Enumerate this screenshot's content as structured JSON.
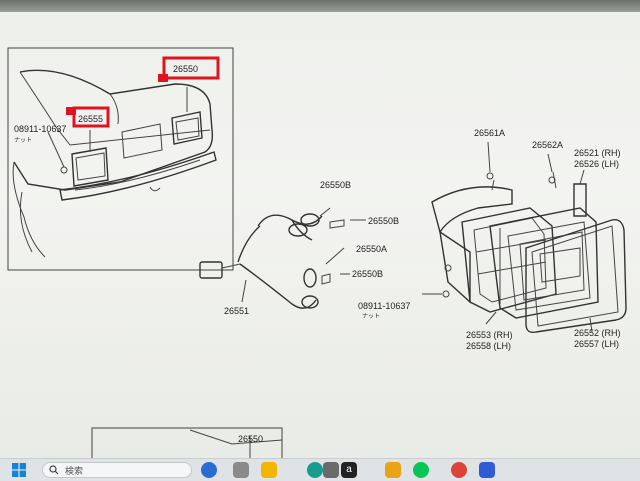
{
  "diagram": {
    "callouts": [
      {
        "id": "26550-top",
        "text": "26550",
        "highlighted": true
      },
      {
        "id": "26555",
        "text": "26555",
        "highlighted": true
      },
      {
        "id": "08911-left",
        "text": "08911-10637"
      },
      {
        "id": "nut-left",
        "text": "ナット"
      },
      {
        "id": "26561A",
        "text": "26561A"
      },
      {
        "id": "26562A",
        "text": "26562A"
      },
      {
        "id": "26521",
        "text": "26521 (RH)"
      },
      {
        "id": "26526",
        "text": "26526 (LH)"
      },
      {
        "id": "26550B-1",
        "text": "26550B"
      },
      {
        "id": "26550B-2",
        "text": "26550B"
      },
      {
        "id": "26550A",
        "text": "26550A"
      },
      {
        "id": "26550B-3",
        "text": "26550B"
      },
      {
        "id": "08911-mid",
        "text": "08911-10637"
      },
      {
        "id": "nut-mid",
        "text": "ナット"
      },
      {
        "id": "26551",
        "text": "26551"
      },
      {
        "id": "26553",
        "text": "26553 (RH)"
      },
      {
        "id": "26558",
        "text": "26558 (LH)"
      },
      {
        "id": "26552",
        "text": "26552 (RH)"
      },
      {
        "id": "26557",
        "text": "26557 (LH)"
      },
      {
        "id": "26550-bottom",
        "text": "26550"
      }
    ],
    "highlight_color": "#e0141e"
  },
  "taskbar": {
    "start_icon": "windows-logo-icon",
    "search_placeholder": "検索",
    "apps": [
      {
        "name": "bing-icon",
        "color": "#2b6cd4"
      },
      {
        "name": "chat-icon",
        "color": "#8a8a8a"
      },
      {
        "name": "file-explorer-icon",
        "color": "#f2b600"
      },
      {
        "name": "edge-icon",
        "color": "#1a9c8c"
      },
      {
        "name": "photo-icon",
        "color": "#6a6a6a"
      },
      {
        "name": "amazon-icon",
        "color": "#222222"
      },
      {
        "name": "folder-icon",
        "color": "#e8a317"
      },
      {
        "name": "line-icon",
        "color": "#06c755"
      },
      {
        "name": "chrome-icon",
        "color": "#db4437"
      },
      {
        "name": "app-icon",
        "color": "#2f5bd3"
      }
    ]
  }
}
